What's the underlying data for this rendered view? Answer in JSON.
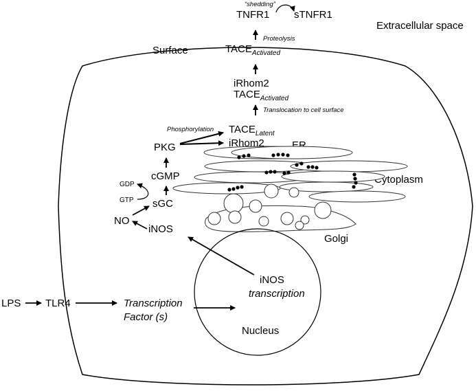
{
  "regions": {
    "extracellular": "Extracellular space",
    "surface": "Surface",
    "er": "ER",
    "cytoplasm": "Cytoplasm",
    "golgi": "Golgi",
    "nucleus": "Nucleus"
  },
  "molecules": {
    "lps": "LPS",
    "tlr4": "TLR4",
    "tf_line1": "Transcription",
    "tf_line2": "Factor (s)",
    "inos_tx_line1": "iNOS",
    "inos_tx_line2": "transcription",
    "inos": "iNOS",
    "no": "NO",
    "sgc": "sGC",
    "gtp": "GTP",
    "gdp": "GDP",
    "cgmp": "cGMP",
    "pkg": "PKG",
    "tace": "TACE",
    "latent": "Latent",
    "irhom2": "iRhom2",
    "activated": "Activated",
    "tnfr1": "TNFR1",
    "stnfr1": "sTNFR1"
  },
  "annotations": {
    "phosphorylation": "Phosphorylation",
    "translocation": "Translocation to cell surface",
    "proteolysis": "Proteolysis",
    "shedding": "“shedding”"
  },
  "colors": {
    "ink": "#000000",
    "organelle_stroke": "#333333",
    "background": "#ffffff"
  }
}
